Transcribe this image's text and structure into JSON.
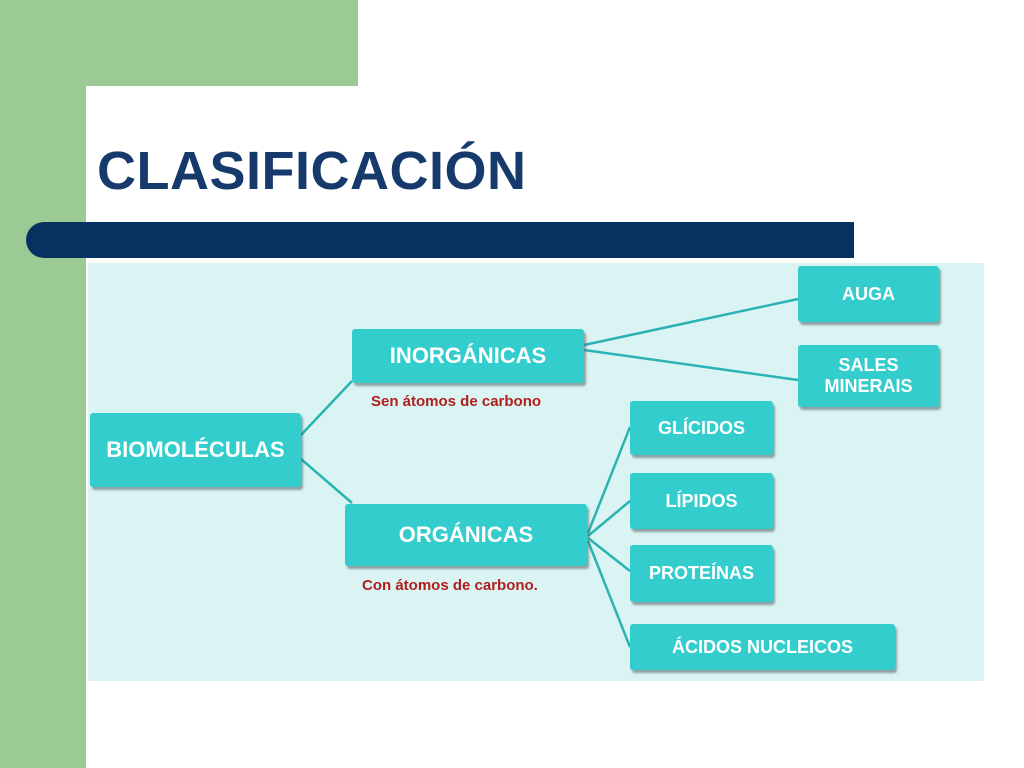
{
  "slide": {
    "title": "CLASIFICACIÓN",
    "colors": {
      "accent_green": "#9cca94",
      "title_blue": "#153a6b",
      "bar_navy": "#063262",
      "panel_bg": "#daf4f3",
      "box_fill": "#34cdcd",
      "note_red": "#b01e1e"
    }
  },
  "diagram": {
    "root": "BIOMOLÉCULAS",
    "inorganic": {
      "label": "INORGÁNICAS",
      "note": "Sen átomos de carbono",
      "children": [
        "AUGA",
        "SALES\nMINERAIS"
      ]
    },
    "organic": {
      "label": "ORGÁNICAS",
      "note": "Con átomos de  carbono.",
      "children": [
        "GLÍCIDOS",
        "LÍPIDOS",
        "PROTEÍNAS",
        "ÁCIDOS NUCLEICOS"
      ]
    }
  }
}
